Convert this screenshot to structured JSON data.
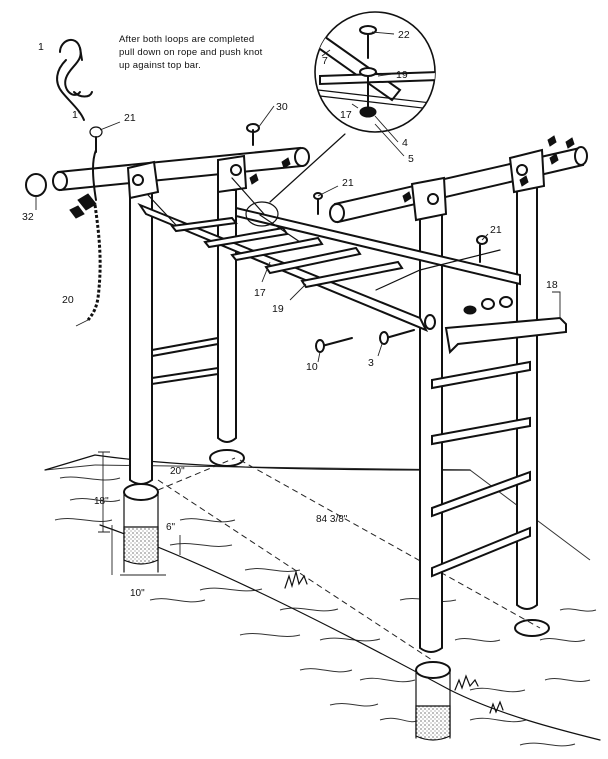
{
  "instruction_note": {
    "line1": "After both loops are completed",
    "line2": "pull down on rope and push knot",
    "line3": "up against top bar."
  },
  "part_callouts": {
    "p1": "1",
    "p1prime": "1'",
    "p3": "3",
    "p4": "4",
    "p5": "5",
    "p7": "7",
    "p10": "10",
    "p17a": "17",
    "p17b": "17",
    "p18": "18",
    "p19a": "19",
    "p19b": "19",
    "p20": "20",
    "p21a": "21",
    "p21b": "21",
    "p21c": "21",
    "p22": "22",
    "p30": "30",
    "p32": "32"
  },
  "dimensions": {
    "spread_short": "20\"",
    "spread_long": "84 3/8\"",
    "hole_depth": "18\"",
    "concrete_depth": "6\"",
    "hole_diameter": "10\""
  }
}
